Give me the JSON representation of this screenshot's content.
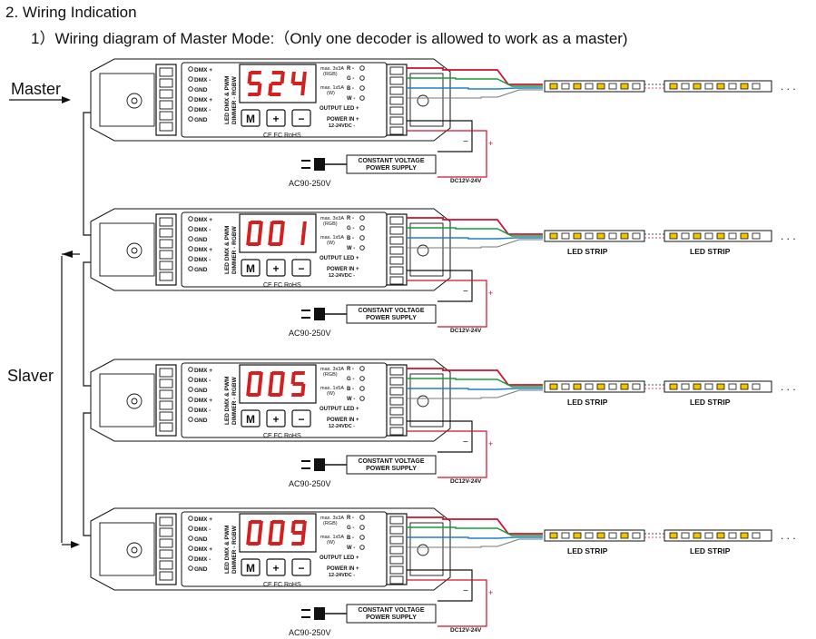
{
  "section_title": "2. Wiring Indication",
  "subtitle": "1）Wiring diagram of Master Mode:（Only one decoder is allowed to work as a master)",
  "label_master": "Master",
  "label_slaver": "Slaver",
  "units": [
    {
      "display": "524",
      "model_line1": "LED DMX & PWM",
      "model_line2": "DIMMER - RGBW",
      "has_strip_labels": false
    },
    {
      "display": "001",
      "model_line1": "LED DMX & PWM",
      "model_line2": "DIMMER - RGBW",
      "has_strip_labels": true
    },
    {
      "display": "005",
      "model_line1": "LED DMX & PWM",
      "model_line2": "DIMMER - RGBW",
      "has_strip_labels": true
    },
    {
      "display": "009",
      "model_line1": "LED DMX & PWM",
      "model_line2": "DIMMER - RGBW",
      "has_strip_labels": true
    }
  ],
  "dmx_terminals": [
    "DMX +",
    "DMX -",
    "GND",
    "DMX +",
    "DMX -",
    "GND"
  ],
  "output_terminals": [
    "R -",
    "G -",
    "B -",
    "W -"
  ],
  "rating_rgb": [
    "max. 3x3A",
    "(RGB)"
  ],
  "rating_w": [
    "max. 1x5A",
    "(W)"
  ],
  "output_led_label": "OUTPUT LED +",
  "power_in_label": [
    "POWER IN +",
    "12-24VDC -"
  ],
  "buttons": [
    "M",
    "+",
    "−"
  ],
  "cert_text": "CE FC RoHS",
  "power_supply": [
    "CONSTANT VOLTAGE",
    "POWER SUPPLY"
  ],
  "ac_label": "AC90-250V",
  "dc_label": "DC12V-24V",
  "strip_label": "LED STRIP",
  "ellipsis": ". . .",
  "colors": {
    "red": "#d0122b",
    "green": "#179b3a",
    "blue": "#1f7fd0",
    "black": "#111111",
    "display": "#d42020",
    "led": "#f2c400"
  }
}
